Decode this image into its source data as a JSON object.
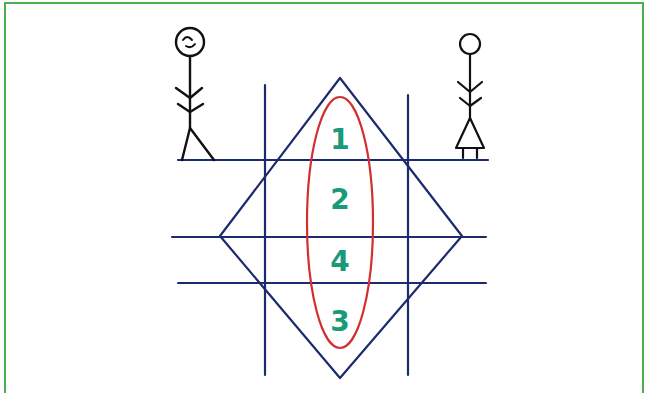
{
  "diagram": {
    "nodes": [
      {
        "text": [
          "1",
          "2",
          "4",
          "3"
        ]
      }
    ]
  }
}
